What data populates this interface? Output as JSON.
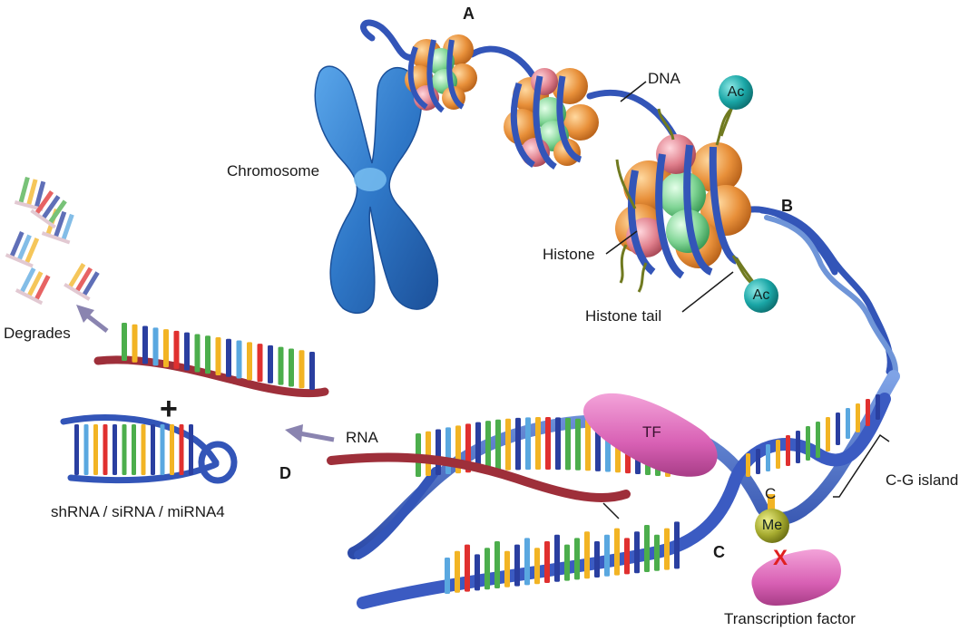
{
  "labels": {
    "a": "A",
    "b": "B",
    "c_section": "C",
    "d": "D",
    "dna": "DNA",
    "chromosome": "Chromosome",
    "histone": "Histone",
    "histone_tail": "Histone tail",
    "ac_top": "Ac",
    "ac_bottom": "Ac",
    "degrades": "Degrades",
    "plus": "+",
    "shrna": "shRNA / siRNA / miRNA4",
    "rna": "RNA",
    "tf": "TF",
    "cg_island": "C-G island",
    "c_base": "C",
    "me": "Me",
    "x_mark": "X",
    "transcription_factor": "Transcription factor"
  },
  "colors": {
    "dna_blue": "#3355b8",
    "dna_light": "#6f95d8",
    "chromosome": "#2f78c8",
    "histone_orange": "#e8903a",
    "histone_pink": "#e07f8c",
    "histone_green": "#5cc77a",
    "rna_red": "#9e2f3a",
    "tf_magenta": "#d860b4",
    "ac_teal": "#1aa6a6",
    "me_olive": "#a6ab2f",
    "base_green": "#4cae4c",
    "base_yellow": "#f2b424",
    "base_blue": "#5aa8e0",
    "base_red": "#e0302f",
    "base_navy": "#2a3fa0"
  }
}
